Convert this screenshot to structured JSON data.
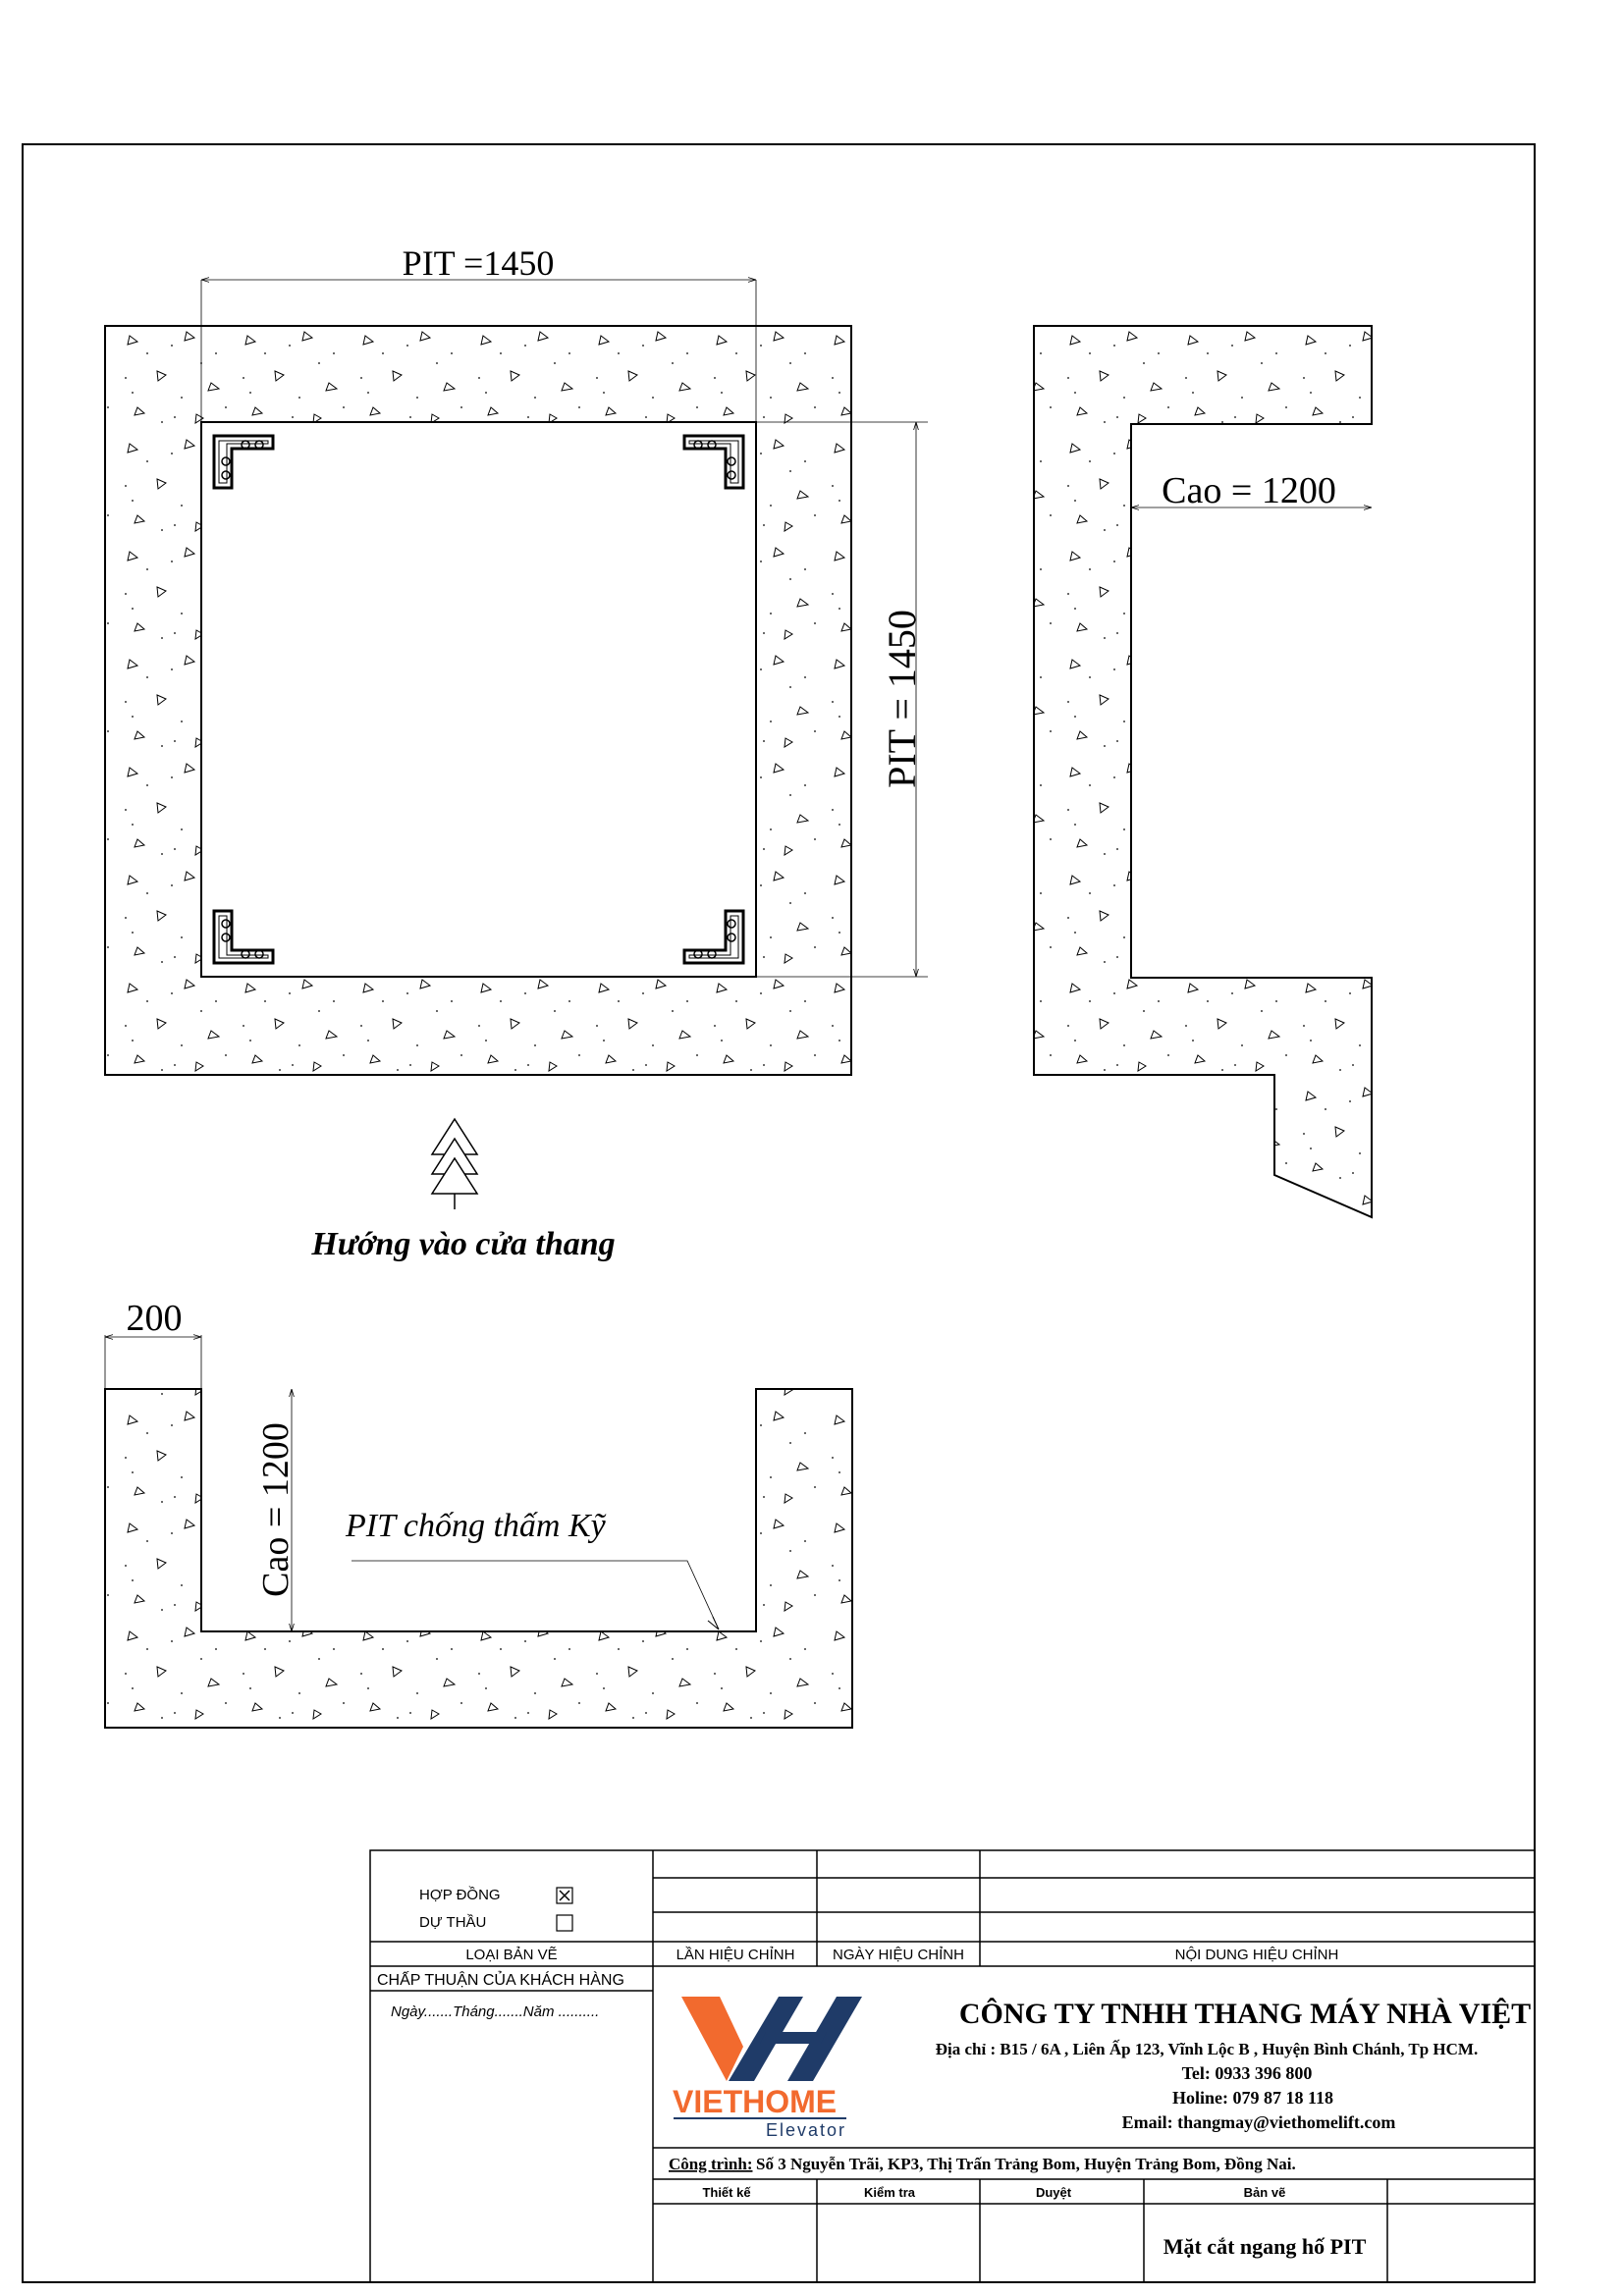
{
  "plan_view": {
    "width_label": "PIT =1450",
    "depth_label": "PIT = 1450",
    "direction_label": "Hướng vào cửa thang"
  },
  "side_section": {
    "height_label": "Cao = 1200"
  },
  "front_section": {
    "wall_label": "200",
    "height_label": "Cao = 1200",
    "note_label": "PIT chống thấm Kỹ"
  },
  "title_block": {
    "contract_type": {
      "contract_label": "HỢP ĐỒNG",
      "contract_checked": true,
      "bid_label": "DỰ THẦU",
      "bid_checked": false,
      "drawing_type_label": "LOẠI BẢN VẼ"
    },
    "approval": {
      "title": "CHẤP THUẬN CỦA KHÁCH HÀNG",
      "date_line": "Ngày.......Tháng.......Năm .........."
    },
    "revision_headers": [
      "LẦN HIỆU CHỈNH",
      "NGÀY HIỆU CHỈNH",
      "NỘI DUNG HIỆU CHỈNH"
    ],
    "company": {
      "logo_text": "VIETHOME",
      "logo_subtext": "Elevator",
      "name": "CÔNG TY TNHH THANG MÁY NHÀ VIỆT",
      "address": "Địa chỉ : B15 / 6A , Liên Ấp 123, Vĩnh Lộc B , Huyện Bình Chánh, Tp HCM.",
      "tel": "Tel: 0933 396 800",
      "hotline": "Holine: 079 87 18 118",
      "email": "Email: thangmay@viethomelift.com"
    },
    "project": {
      "label": "Công trình:",
      "value": "Số 3 Nguyễn Trãi, KP3, Thị Trấn Trảng Bom, Huyện Trảng Bom, Đồng Nai."
    },
    "sign_headers": [
      "Thiết kế",
      "Kiểm tra",
      "Duyệt",
      "Bản vẽ"
    ],
    "drawing_name": "Mặt cắt ngang hố PIT",
    "colors": {
      "logo_orange": "#f26a2e",
      "logo_navy": "#1f3b68",
      "line": "#000000"
    }
  }
}
